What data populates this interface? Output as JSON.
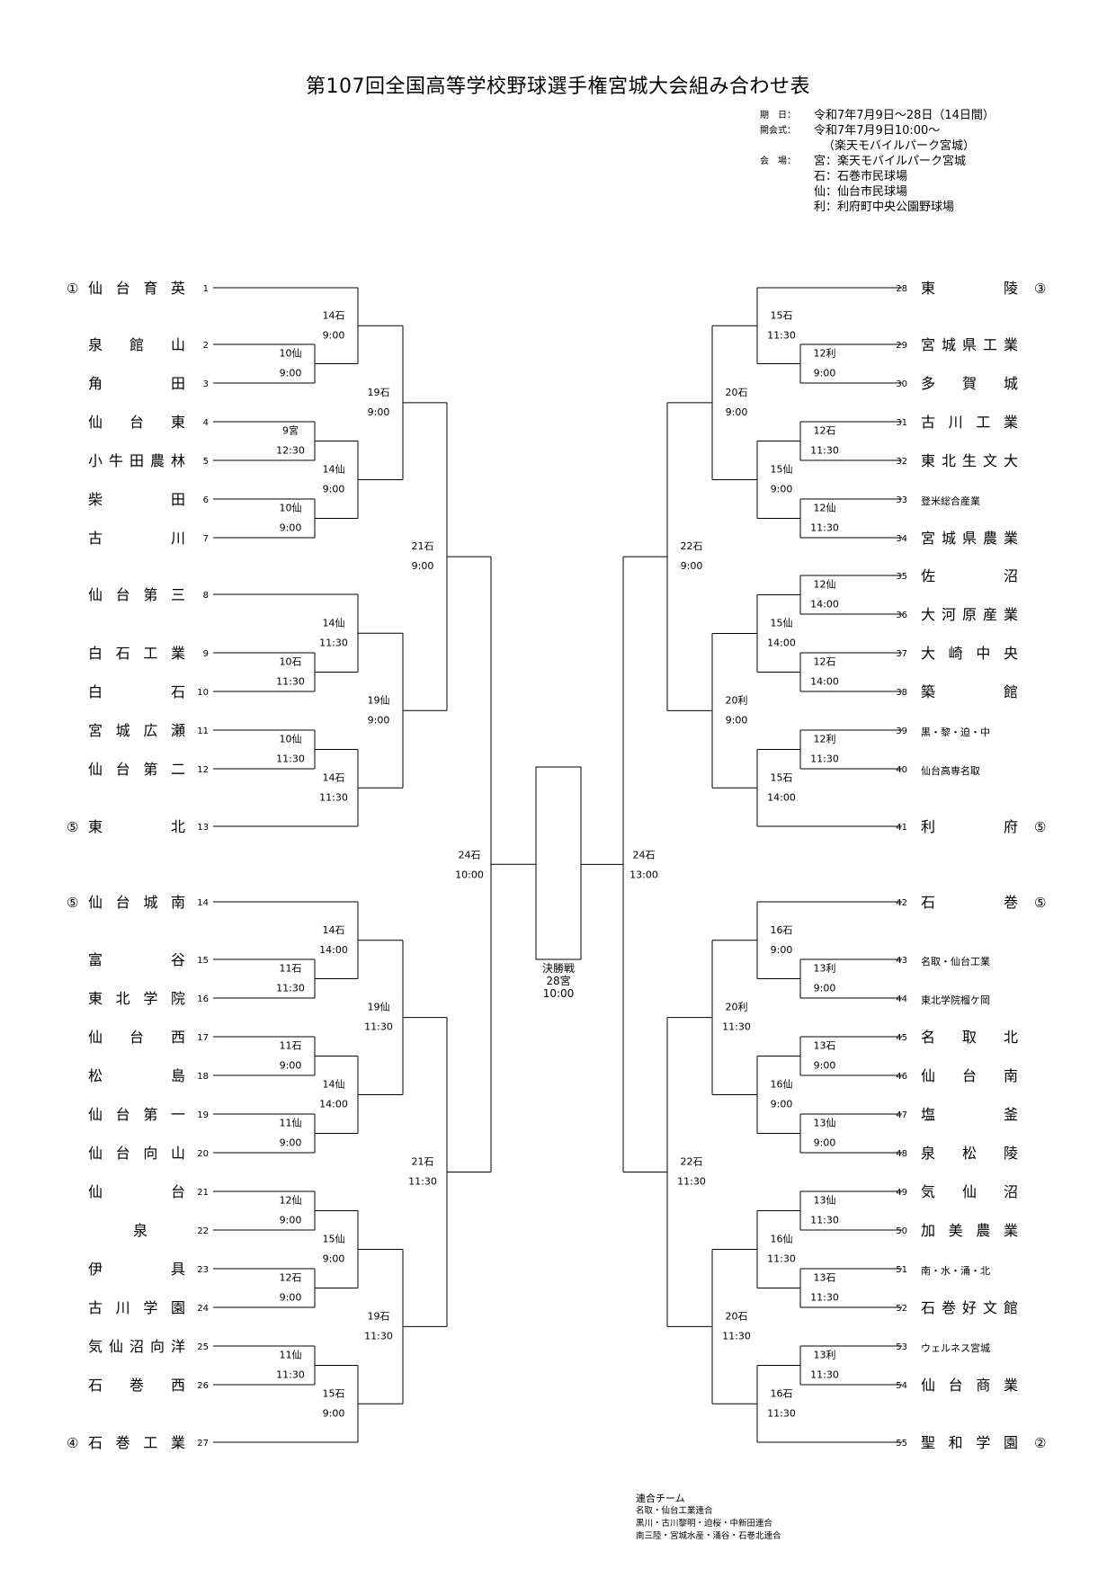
{
  "title": "第107回全国高等学校野球選手権宮城大会組み合わせ表",
  "info": [
    {
      "label": "期　日：",
      "lines": [
        "令和7年7月9日～28日（14日間）"
      ]
    },
    {
      "label": "開会式：",
      "lines": [
        "令和7年7月9日10:00～",
        "（楽天モバイルパーク宮城）"
      ]
    },
    {
      "label": "会　場：",
      "lines": [
        "宮：楽天モバイルパーク宮城",
        "石：石巻市民球場",
        "仙：仙台市民球場",
        "利：利府町中央公園野球場"
      ]
    }
  ],
  "teams": [
    {
      "num": "1",
      "name": "仙台育英",
      "seed": "①"
    },
    {
      "num": "2",
      "name": "泉館山",
      "seed": ""
    },
    {
      "num": "3",
      "name": "角田",
      "seed": ""
    },
    {
      "num": "4",
      "name": "仙台東",
      "seed": ""
    },
    {
      "num": "5",
      "name": "小牛田農林",
      "seed": ""
    },
    {
      "num": "6",
      "name": "柴田",
      "seed": ""
    },
    {
      "num": "7",
      "name": "古川",
      "seed": ""
    },
    {
      "num": "8",
      "name": "仙台第三",
      "seed": ""
    },
    {
      "num": "9",
      "name": "白石工業",
      "seed": ""
    },
    {
      "num": "10",
      "name": "白石",
      "seed": ""
    },
    {
      "num": "11",
      "name": "宮城広瀬",
      "seed": ""
    },
    {
      "num": "12",
      "name": "仙台第二",
      "seed": ""
    },
    {
      "num": "13",
      "name": "東北",
      "seed": "⑤"
    },
    {
      "num": "14",
      "name": "仙台城南",
      "seed": "⑤"
    },
    {
      "num": "15",
      "name": "富谷",
      "seed": ""
    },
    {
      "num": "16",
      "name": "東北学院",
      "seed": ""
    },
    {
      "num": "17",
      "name": "仙台西",
      "seed": ""
    },
    {
      "num": "18",
      "name": "松島",
      "seed": ""
    },
    {
      "num": "19",
      "name": "仙台第一",
      "seed": ""
    },
    {
      "num": "20",
      "name": "仙台向山",
      "seed": ""
    },
    {
      "num": "21",
      "name": "仙台",
      "seed": ""
    },
    {
      "num": "22",
      "name": "泉",
      "seed": ""
    },
    {
      "num": "23",
      "name": "伊具",
      "seed": ""
    },
    {
      "num": "24",
      "name": "古川学園",
      "seed": ""
    },
    {
      "num": "25",
      "name": "気仙沼向洋",
      "seed": ""
    },
    {
      "num": "26",
      "name": "石巻西",
      "seed": ""
    },
    {
      "num": "27",
      "name": "石巻工業",
      "seed": "④"
    },
    {
      "num": "28",
      "name": "東陵",
      "seed": "③"
    },
    {
      "num": "29",
      "name": "宮城県工業",
      "seed": ""
    },
    {
      "num": "30",
      "name": "多賀城",
      "seed": ""
    },
    {
      "num": "31",
      "name": "古川工業",
      "seed": ""
    },
    {
      "num": "32",
      "name": "東北生文大",
      "seed": ""
    },
    {
      "num": "33",
      "name": "登米総合産業",
      "seed": ""
    },
    {
      "num": "34",
      "name": "宮城県農業",
      "seed": ""
    },
    {
      "num": "35",
      "name": "佐沼",
      "seed": ""
    },
    {
      "num": "36",
      "name": "大河原産業",
      "seed": ""
    },
    {
      "num": "37",
      "name": "大崎中央",
      "seed": ""
    },
    {
      "num": "38",
      "name": "築館",
      "seed": ""
    },
    {
      "num": "39",
      "name": "黒・黎・迫・中",
      "seed": ""
    },
    {
      "num": "40",
      "name": "仙台高専名取",
      "seed": ""
    },
    {
      "num": "41",
      "name": "利府",
      "seed": "⑤"
    },
    {
      "num": "42",
      "name": "石巻",
      "seed": "⑤"
    },
    {
      "num": "43",
      "name": "名取・仙台工業",
      "seed": ""
    },
    {
      "num": "44",
      "name": "東北学院榴ケ岡",
      "seed": ""
    },
    {
      "num": "45",
      "name": "名取北",
      "seed": ""
    },
    {
      "num": "46",
      "name": "仙台南",
      "seed": ""
    },
    {
      "num": "47",
      "name": "塩釜",
      "seed": ""
    },
    {
      "num": "48",
      "name": "泉松陵",
      "seed": ""
    },
    {
      "num": "49",
      "name": "気仙沼",
      "seed": ""
    },
    {
      "num": "50",
      "name": "加美農業",
      "seed": ""
    },
    {
      "num": "51",
      "name": "南・水・涌・北",
      "seed": ""
    },
    {
      "num": "52",
      "name": "石巻好文館",
      "seed": ""
    },
    {
      "num": "53",
      "name": "ウェルネス宮城",
      "seed": ""
    },
    {
      "num": "54",
      "name": "仙台商業",
      "seed": ""
    },
    {
      "num": "55",
      "name": "聖和学園",
      "seed": "②"
    }
  ],
  "left_matches": [
    [
      "2",
      "3",
      "10仙",
      "9:00"
    ],
    [
      "4",
      "5",
      "9宮",
      "12:30"
    ],
    [
      "6",
      "7",
      "10仙",
      "9:00"
    ],
    [
      "9",
      "10",
      "10石",
      "11:30"
    ],
    [
      "11",
      "12",
      "10仙",
      "11:30"
    ],
    [
      "15",
      "16",
      "11石",
      "11:30"
    ],
    [
      "17",
      "18",
      "11石",
      "9:00"
    ],
    [
      "19",
      "20",
      "11仙",
      "9:00"
    ],
    [
      "21",
      "22",
      "12仙",
      "9:00"
    ],
    [
      "23",
      "24",
      "12石",
      "9:00"
    ],
    [
      "25",
      "26",
      "11仙",
      "11:30"
    ],
    [
      "1",
      "M:2-3",
      "14石",
      "9:00"
    ],
    [
      "M:4-5",
      "M:6-7",
      "14仙",
      "9:00"
    ],
    [
      "8",
      "M:9-10",
      "14仙",
      "11:30"
    ],
    [
      "M:11-12",
      "13",
      "14石",
      "11:30"
    ],
    [
      "14",
      "M:15-16",
      "14石",
      "14:00"
    ],
    [
      "M:17-18",
      "M:19-20",
      "14仙",
      "14:00"
    ],
    [
      "M:21-22",
      "M:23-24",
      "15仙",
      "9:00"
    ],
    [
      "M:25-26",
      "27",
      "15石",
      "9:00"
    ],
    [
      "M:1-3",
      "M:4-7",
      "19石",
      "9:00"
    ],
    [
      "M:8-10",
      "M:11-13",
      "19仙",
      "9:00"
    ],
    [
      "M:14-16",
      "M:17-20",
      "19仙",
      "11:30"
    ],
    [
      "M:21-24",
      "M:25-27",
      "19石",
      "11:30"
    ],
    [
      "M:1-7",
      "M:8-13",
      "21石",
      "9:00"
    ],
    [
      "M:14-20",
      "M:21-27",
      "21石",
      "11:30"
    ],
    [
      "M:1-13",
      "M:14-27",
      "24石",
      "10:00"
    ]
  ],
  "right_matches": [
    [
      "29",
      "30",
      "12利",
      "9:00"
    ],
    [
      "31",
      "32",
      "12石",
      "11:30"
    ],
    [
      "33",
      "34",
      "12仙",
      "11:30"
    ],
    [
      "35",
      "36",
      "12仙",
      "14:00"
    ],
    [
      "37",
      "38",
      "12石",
      "14:00"
    ],
    [
      "39",
      "40",
      "12利",
      "11:30"
    ],
    [
      "43",
      "44",
      "13利",
      "9:00"
    ],
    [
      "45",
      "46",
      "13石",
      "9:00"
    ],
    [
      "47",
      "48",
      "13仙",
      "9:00"
    ],
    [
      "49",
      "50",
      "13仙",
      "11:30"
    ],
    [
      "51",
      "52",
      "13石",
      "11:30"
    ],
    [
      "53",
      "54",
      "13利",
      "11:30"
    ],
    [
      "28",
      "M:29-30",
      "15石",
      "11:30"
    ],
    [
      "M:31-32",
      "M:33-34",
      "15仙",
      "9:00"
    ],
    [
      "M:35-36",
      "M:37-38",
      "15仙",
      "14:00"
    ],
    [
      "M:39-40",
      "41",
      "15石",
      "14:00"
    ],
    [
      "42",
      "M:43-44",
      "16石",
      "9:00"
    ],
    [
      "M:45-46",
      "M:47-48",
      "16仙",
      "9:00"
    ],
    [
      "M:49-50",
      "M:51-52",
      "16仙",
      "11:30"
    ],
    [
      "M:53-54",
      "55",
      "16石",
      "11:30"
    ],
    [
      "M:28-30",
      "M:31-34",
      "20石",
      "9:00"
    ],
    [
      "M:35-38",
      "M:39-41",
      "20利",
      "9:00"
    ],
    [
      "M:42-44",
      "M:45-48",
      "20利",
      "11:30"
    ],
    [
      "M:49-52",
      "M:53-55",
      "20石",
      "11:30"
    ],
    [
      "M:28-34",
      "M:35-41",
      "22石",
      "9:00"
    ],
    [
      "M:42-48",
      "M:49-55",
      "22石",
      "11:30"
    ],
    [
      "M:28-41",
      "M:42-55",
      "24石",
      "13:00"
    ]
  ],
  "final": {
    "label": "決勝戦",
    "venue": "28宮",
    "time": "10:00"
  },
  "notes": {
    "title": "連合チーム",
    "lines": [
      "名取・仙台工業連合",
      "黒川・古川黎明・迫桜・中新田連合",
      "南三陸・宮城水産・涌谷・石巻北連合"
    ]
  }
}
